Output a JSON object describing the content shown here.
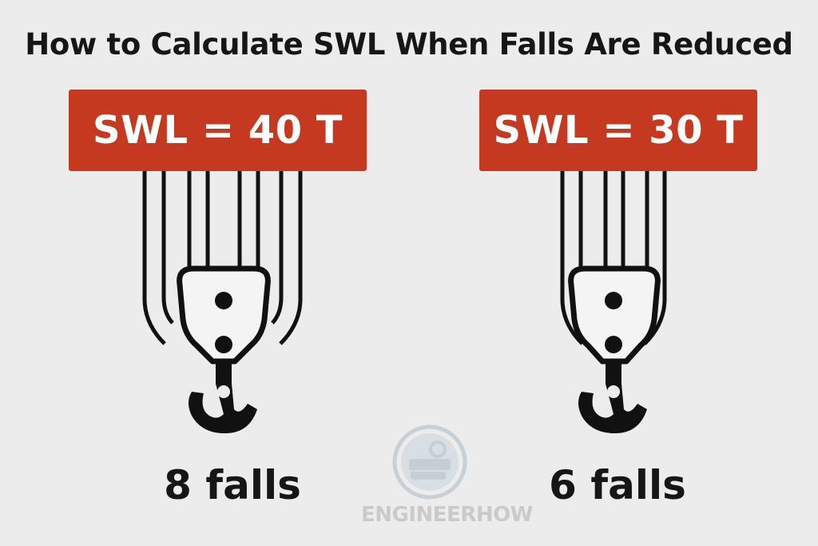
{
  "title": "How to Calculate SWL When Falls Are Reduced",
  "left": {
    "swl_label": "SWL = 40 T",
    "falls_label": "8 falls",
    "falls_count": 8
  },
  "right": {
    "swl_label": "SWL = 30 T",
    "falls_label": "6 falls",
    "falls_count": 6
  },
  "watermark": {
    "text": "ENGINEERHOW"
  },
  "colors": {
    "background": "#ececec",
    "swl_box": "#c4391f",
    "text": "#161616",
    "ink": "#111111",
    "block_fill": "#f4f4f4"
  },
  "icons": [
    "pulley-block-icon",
    "crane-hook-icon",
    "gear-logo-icon"
  ]
}
